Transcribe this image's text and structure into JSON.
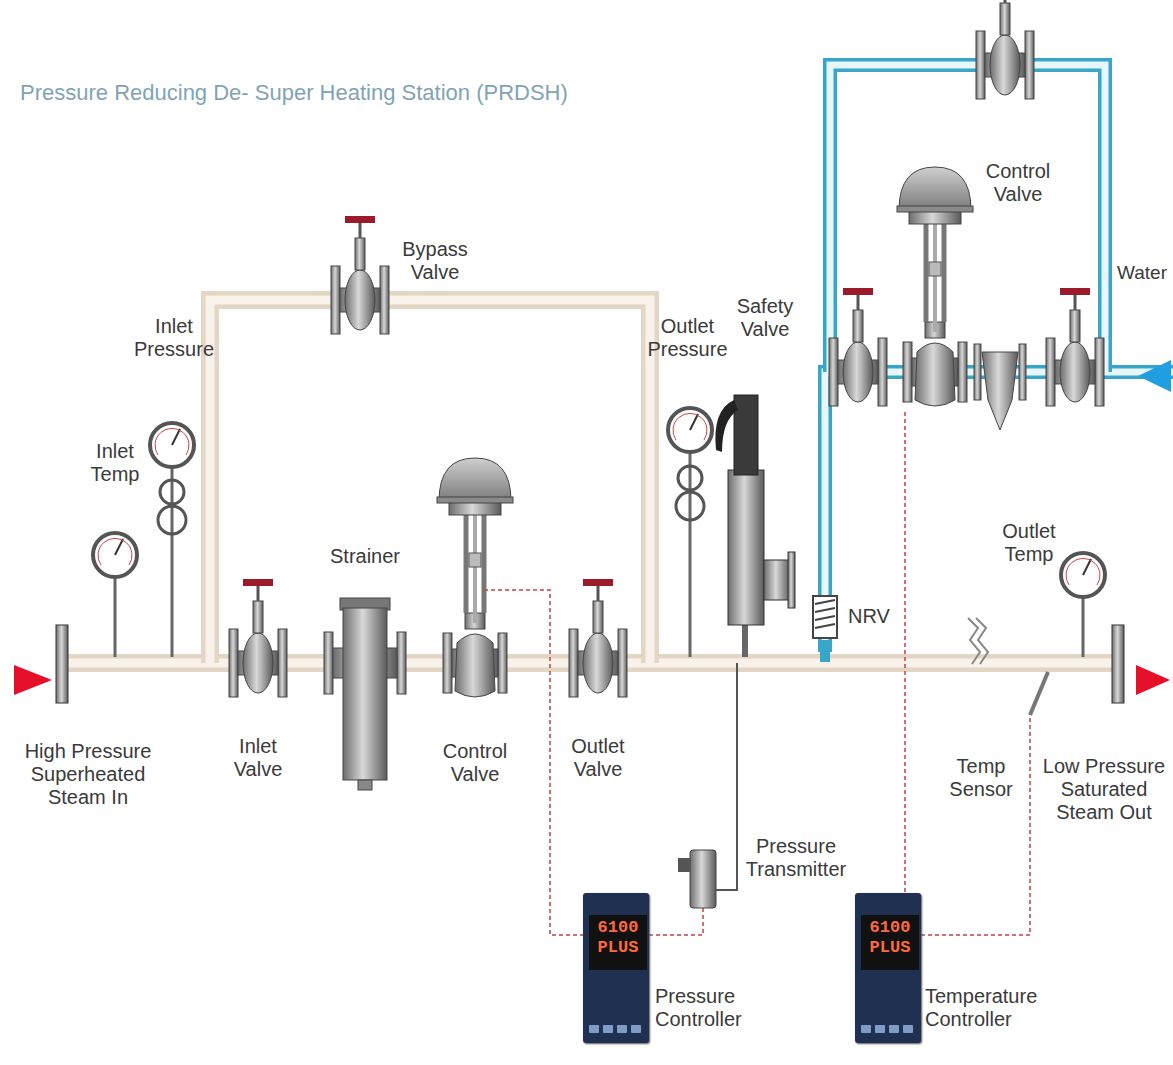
{
  "diagram": {
    "title": "Pressure Reducing De- Super Heating Station (PRDSH)",
    "nodes": [
      {
        "text": [
          "6100 PLUS",
          "Pressure Controller"
        ]
      },
      {
        "text": [
          "6100 PLUS",
          "Temperature Controller"
        ]
      }
    ],
    "labels": [
      "Bypass Valve",
      "Inlet Pressure",
      "Inlet Temp",
      "Strainer",
      "Outlet Pressure",
      "Safety Valve",
      "Control Valve",
      "Water",
      "NRV",
      "Outlet Temp",
      "High Pressure Superheated Steam In",
      "Inlet Valve",
      "Control Valve",
      "Outlet Valve",
      "Pressure Transmitter",
      "Temp Sensor",
      "Low Pressure Saturated Steam Out"
    ]
  }
}
